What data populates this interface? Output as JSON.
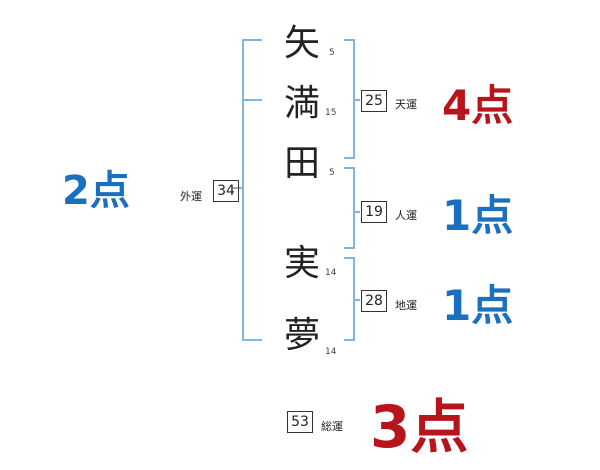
{
  "characters": [
    {
      "char": "矢",
      "strokes": "5"
    },
    {
      "char": "満",
      "strokes": "15"
    },
    {
      "char": "田",
      "strokes": "5"
    },
    {
      "char": "実",
      "strokes": "14"
    },
    {
      "char": "夢",
      "strokes": "14"
    }
  ],
  "fortunes": {
    "tenkaku": {
      "value": "25",
      "label": "天運",
      "score": "4点"
    },
    "jinkaku": {
      "value": "19",
      "label": "人運",
      "score": "1点"
    },
    "chikaku": {
      "value": "28",
      "label": "地運",
      "score": "1点"
    },
    "gaikaku": {
      "value": "34",
      "label": "外運",
      "score": "2点"
    },
    "soukaku": {
      "value": "53",
      "label": "総運",
      "score": "3点"
    }
  },
  "colors": {
    "blue": "#1a6fbe",
    "red": "#b8141c",
    "bracket": "#7fb7dc"
  }
}
